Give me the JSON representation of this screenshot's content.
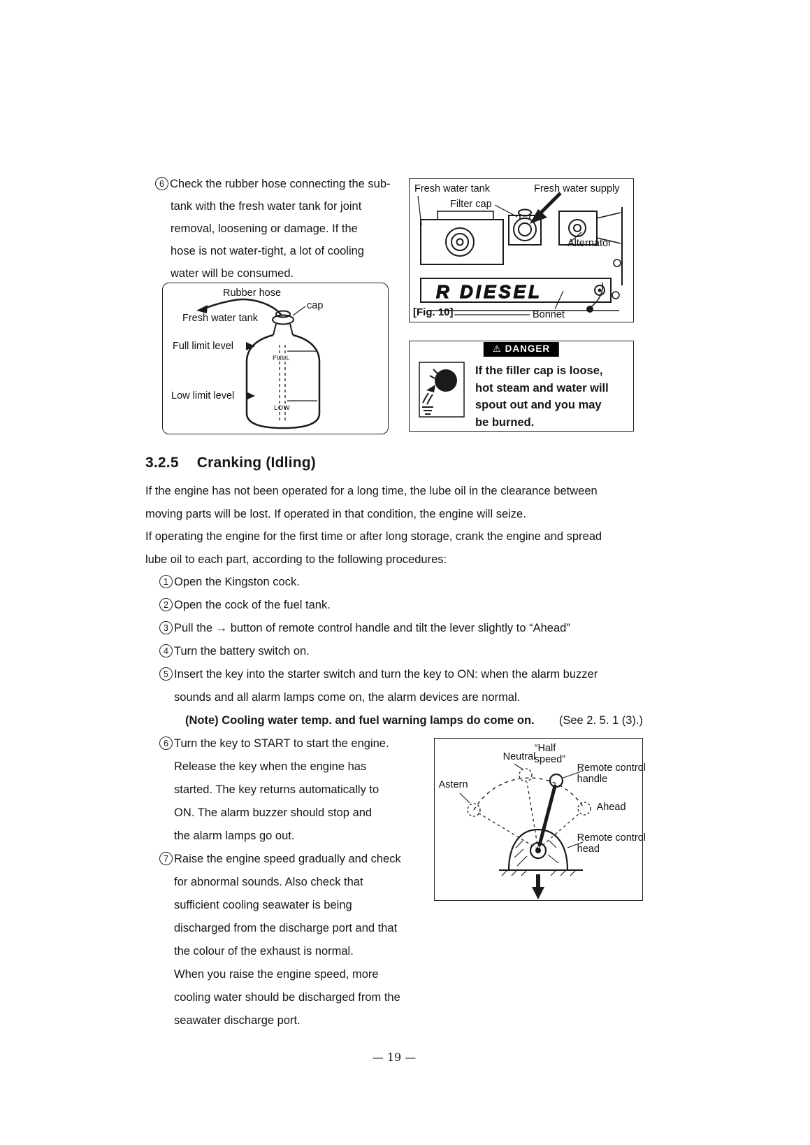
{
  "page": {
    "number": "— 19 —"
  },
  "intro": {
    "num": "6",
    "text": "Check the rubber hose connecting the sub-\ntank with the fresh water tank for joint\nremoval,  loosening or damage.    If the\nhose is not water-tight, a lot of cooling\nwater will be consumed."
  },
  "tank_figure": {
    "rubber_hose": "Rubber hose",
    "cap": "cap",
    "fresh_water_tank": "Fresh water tank",
    "full_limit_level": "Full limit level",
    "low_limit_level": "Low limit level",
    "full_mark": "FULL",
    "low_mark": "LOW"
  },
  "fig10": {
    "fresh_water_tank": "Fresh water tank",
    "fresh_water_supply": "Fresh water supply",
    "filter_cap": "Filter cap",
    "alternator": "Alternator",
    "bonnet": "Bonnet",
    "engine_brand": "R DIESEL",
    "caption": "[Fig. 10]"
  },
  "danger": {
    "warning_symbol": "⚠",
    "title": "DANGER",
    "text": "If the filler cap is loose,\nhot steam and water will\nspout out and you may\nbe burned."
  },
  "section": {
    "number": "3.2.5",
    "title": "Cranking (Idling)",
    "p1": "If the engine has not been operated for a long time, the lube oil in the clearance between\nmoving parts will be lost.  If operated in that condition, the engine will seize.",
    "p2": "If operating the engine for the first time or after long storage, crank the engine and spread\nlube oil to each part, according to the following procedures:",
    "steps": [
      {
        "num": "1",
        "text": "Open the Kingston cock."
      },
      {
        "num": "2",
        "text": "Open the cock of the fuel tank."
      },
      {
        "num": "3",
        "text": "Pull the → button of remote control handle and tilt the lever slightly to  “Ahead”"
      },
      {
        "num": "4",
        "text": "Turn the battery switch on."
      },
      {
        "num": "5",
        "text": "Insert the key into the starter switch and turn the key to ON: when the alarm buzzer\nsounds and all alarm lamps come on, the alarm devices are normal."
      },
      {
        "num": "6",
        "text": "Turn the key to START to start the engine.\nRelease the key when the engine has\nstarted. The key returns automatically to\nON. The alarm buzzer should stop and\nthe alarm lamps go out."
      },
      {
        "num": "7",
        "text": "Raise the engine speed gradually and check\nfor abnormal sounds. Also check that\nsufficient cooling seawater is being\ndischarged from the discharge port and that\nthe colour of the exhaust is normal.\nWhen you raise the engine speed, more\ncooling water should be discharged from the\nseawater discharge port."
      }
    ],
    "note": "(Note) Cooling water temp. and fuel warning lamps do come on.",
    "see_ref": "(See 2. 5. 1 (3).)"
  },
  "remote_figure": {
    "neutral": "Neutral",
    "half_speed_1": "“Half",
    "half_speed_2": "speed”",
    "remote_control_handle_1": "Remote control",
    "remote_control_handle_2": "handle",
    "astern": "Astern",
    "ahead": "Ahead",
    "remote_control_head_1": "Remote control",
    "remote_control_head_2": "head"
  }
}
